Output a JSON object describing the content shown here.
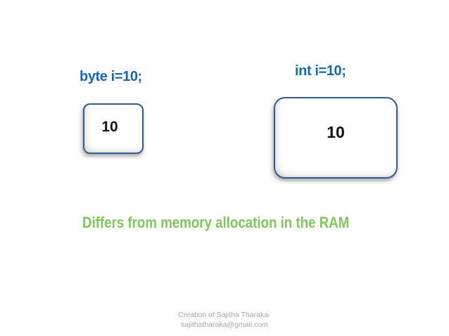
{
  "slide": {
    "declarations": {
      "byte": "byte i=10;",
      "int": "int i=10;"
    },
    "boxes": {
      "byte_value": "10",
      "int_value": "10"
    },
    "caption": "Differs from memory allocation in the RAM",
    "footer": {
      "line1": "Creation of Sajitha Tharaka-",
      "line2": "sajithatharaka@gmail.com"
    },
    "colors": {
      "declaration_blue": "#1568B8",
      "box_border_blue": "#2F5C92",
      "caption_green": "#7EC75A",
      "footer_gray": "#A6A6A6",
      "value_black": "#111111",
      "background": "#FFFFFF"
    }
  }
}
